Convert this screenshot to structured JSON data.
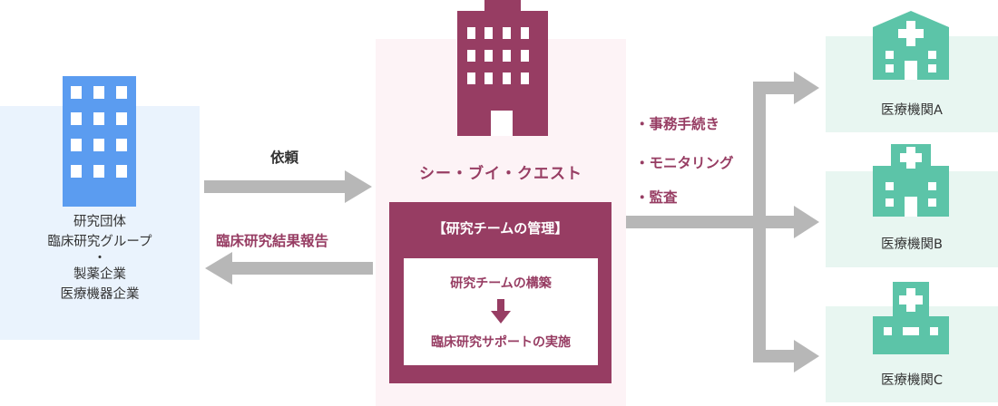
{
  "left": {
    "lines": [
      "研究団体",
      "臨床研究グループ",
      "・",
      "製薬企業",
      "医療機器企業"
    ]
  },
  "arrows": {
    "request_label": "依頼",
    "report_label": "臨床研究結果報告"
  },
  "center": {
    "title": "シー・ブイ・クエスト",
    "management_title": "【研究チームの管理】",
    "step1": "研究チームの構築",
    "step2": "臨床研究サポートの実施"
  },
  "tasks": [
    "・事務手続き",
    "・モニタリング",
    "・監査"
  ],
  "hospitals": [
    "医療機関A",
    "医療機関B",
    "医療機関C"
  ],
  "colors": {
    "blue_building": "#5b9cf0",
    "brand": "#973d63",
    "teal_building": "#5cc4a8",
    "arrow_gray": "#b7b7b7"
  },
  "icons": [
    "office-building-icon",
    "company-building-icon",
    "hospital-icon",
    "down-arrow-icon"
  ]
}
